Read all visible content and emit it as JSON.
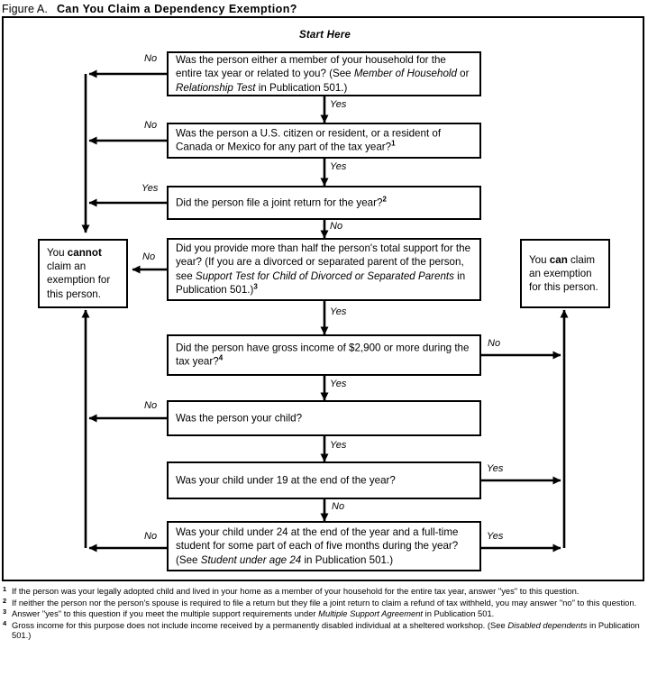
{
  "title": {
    "figure_label": "Figure A.",
    "heading": "Can You Claim a Dependency Exemption?"
  },
  "start_label": "Start Here",
  "boxes": {
    "q1": {
      "id": "question-household-or-related",
      "text_html": "Was the person either a member of your household for the entire tax year or related to you? (See <i>Member of Household</i> or <i>Relationship Test</i> in Publication 501.)",
      "text_plain": "Was the person either a member of your household for the entire tax year or related to you? (See Member of Household or Relationship Test in Publication 501.)"
    },
    "q2": {
      "id": "question-citizen-or-resident",
      "text_html": "Was the person a U.S. citizen or resident, or a resident of Canada or Mexico for any part of the tax year?<sup>1</sup>",
      "text_plain": "Was the person a U.S. citizen or resident, or a resident of Canada or Mexico for any part of the tax year?1"
    },
    "q3": {
      "id": "question-joint-return",
      "text_html": "Did the person file a joint return for the year?<sup>2</sup>",
      "text_plain": "Did the person file a joint return for the year?2"
    },
    "q4": {
      "id": "question-half-support",
      "text_html": "Did you provide more than half the person's total support for the year? (If you are a divorced or separated parent of the person, see <i>Support Test for Child of Divorced or Separated Parents</i> in Publication 501.)<sup>3</sup>",
      "text_plain": "Did you provide more than half the person's total support for the year? (If you are a divorced or separated parent of the person, see Support Test for Child of Divorced or Separated Parents in Publication 501.)3"
    },
    "q5": {
      "id": "question-gross-income",
      "text_html": "Did the person have gross income of $2,900 or more during the tax year?<sup>4</sup>",
      "text_plain": "Did the person have gross income of $2,900 or more during the tax year?4"
    },
    "q6": {
      "id": "question-person-your-child",
      "text_html": "Was the person your child?",
      "text_plain": "Was the person your child?"
    },
    "q7": {
      "id": "question-child-under-19",
      "text_html": "Was your child under 19 at the end of the year?",
      "text_plain": "Was your child under 19 at the end of the year?"
    },
    "q8": {
      "id": "question-child-under-24-student",
      "text_html": "Was your child under 24 at the end of the year and a full-time student for some part of each of five months during the year? (See <i>Student under age 24</i> in Publication 501.)",
      "text_plain": "Was your child under 24 at the end of the year and a full-time student for some part of each of five months during the year? (See Student under age 24 in Publication 501.)"
    },
    "cannot": {
      "id": "terminal-cannot-claim",
      "text_html": "You <b>cannot</b> claim an exemption for this person.",
      "text_plain": "You cannot claim an exemption for this person."
    },
    "can": {
      "id": "terminal-can-claim",
      "text_html": "You <b>can</b> claim an exemption for this person.",
      "text_plain": "You can claim an exemption for this person."
    }
  },
  "edge_labels": {
    "q1_no": "No",
    "q1_yes": "Yes",
    "q2_no": "No",
    "q2_yes": "Yes",
    "q3_yes": "Yes",
    "q3_no": "No",
    "q4_no": "No",
    "q4_yes": "Yes",
    "q5_no": "No",
    "q5_yes": "Yes",
    "q6_no": "No",
    "q6_yes": "Yes",
    "q7_yes": "Yes",
    "q7_no": "No",
    "q8_no": "No",
    "q8_yes": "Yes"
  },
  "footnotes": [
    {
      "mark": "1",
      "text_html": "If the person was your legally adopted child and lived in your home as a member of your household for the entire tax year, answer \"yes\" to this question.",
      "text_plain": "If the person was your legally adopted child and lived in your home as a member of your household for the entire tax year, answer \"yes\" to this question."
    },
    {
      "mark": "2",
      "text_html": "If neither the person nor the person's spouse is required to file a return but they file a joint return to claim a refund of tax withheld, you may answer \"no\" to this question.",
      "text_plain": "If neither the person nor the person's spouse is required to file a return but they file a joint return to claim a refund of tax withheld, you may answer \"no\" to this question."
    },
    {
      "mark": "3",
      "text_html": "Answer \"yes\" to this question if you meet the multiple support requirements under <i>Multiple Support Agreement</i> in Publication 501.",
      "text_plain": "Answer \"yes\" to this question if you meet the multiple support requirements under Multiple Support Agreement in Publication 501."
    },
    {
      "mark": "4",
      "text_html": "Gross income for this purpose does not include income received by a permanently disabled individual at a sheltered workshop. (See <i>Disabled dependents</i> in Publication 501.)",
      "text_plain": "Gross income for this purpose does not include income received by a permanently disabled individual at a sheltered workshop. (See Disabled dependents in Publication 501.)"
    }
  ],
  "colors": {
    "ink": "#000000",
    "paper": "#ffffff"
  },
  "flow_structure": {
    "type": "decision-flowchart",
    "nodes": [
      "q1",
      "q2",
      "q3",
      "q4",
      "q5",
      "q6",
      "q7",
      "q8",
      "cannot",
      "can"
    ],
    "edges": [
      {
        "from": "q1",
        "label": "No",
        "to": "cannot"
      },
      {
        "from": "q1",
        "label": "Yes",
        "to": "q2"
      },
      {
        "from": "q2",
        "label": "No",
        "to": "cannot"
      },
      {
        "from": "q2",
        "label": "Yes",
        "to": "q3"
      },
      {
        "from": "q3",
        "label": "Yes",
        "to": "cannot"
      },
      {
        "from": "q3",
        "label": "No",
        "to": "q4"
      },
      {
        "from": "q4",
        "label": "No",
        "to": "cannot"
      },
      {
        "from": "q4",
        "label": "Yes",
        "to": "q5"
      },
      {
        "from": "q5",
        "label": "No",
        "to": "can"
      },
      {
        "from": "q5",
        "label": "Yes",
        "to": "q6"
      },
      {
        "from": "q6",
        "label": "No",
        "to": "cannot"
      },
      {
        "from": "q6",
        "label": "Yes",
        "to": "q7"
      },
      {
        "from": "q7",
        "label": "Yes",
        "to": "can"
      },
      {
        "from": "q7",
        "label": "No",
        "to": "q8"
      },
      {
        "from": "q8",
        "label": "No",
        "to": "cannot"
      },
      {
        "from": "q8",
        "label": "Yes",
        "to": "can"
      }
    ]
  }
}
